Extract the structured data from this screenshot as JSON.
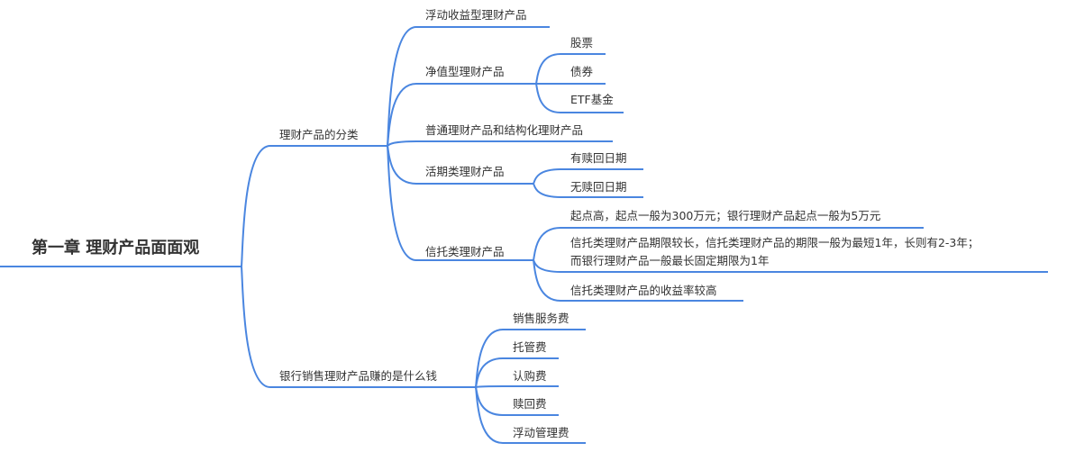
{
  "root": {
    "label": "第一章 理财产品面面观"
  },
  "branches": [
    {
      "label": "理财产品的分类",
      "children": [
        {
          "label": "浮动收益型理财产品"
        },
        {
          "label": "净值型理财产品",
          "children": [
            "股票",
            "债券",
            "ETF基金"
          ]
        },
        {
          "label": "普通理财产品和结构化理财产品"
        },
        {
          "label": "活期类理财产品",
          "children": [
            "有赎回日期",
            "无赎回日期"
          ]
        },
        {
          "label": "信托类理财产品",
          "children": [
            "起点高，起点一般为300万元；银行理财产品起点一般为5万元",
            "信托类理财产品期限较长，信托类理财产品的期限一般为最短1年，长则有2-3年；",
            "而银行理财产品一般最长固定期限为1年",
            "信托类理财产品的收益率较高"
          ]
        }
      ]
    },
    {
      "label": "银行销售理财产品赚的是什么钱",
      "children": [
        "销售服务费",
        "托管费",
        "认购费",
        "赎回费",
        "浮动管理费"
      ]
    }
  ],
  "colors": {
    "line": "#4a86e0",
    "text": "#333333"
  }
}
